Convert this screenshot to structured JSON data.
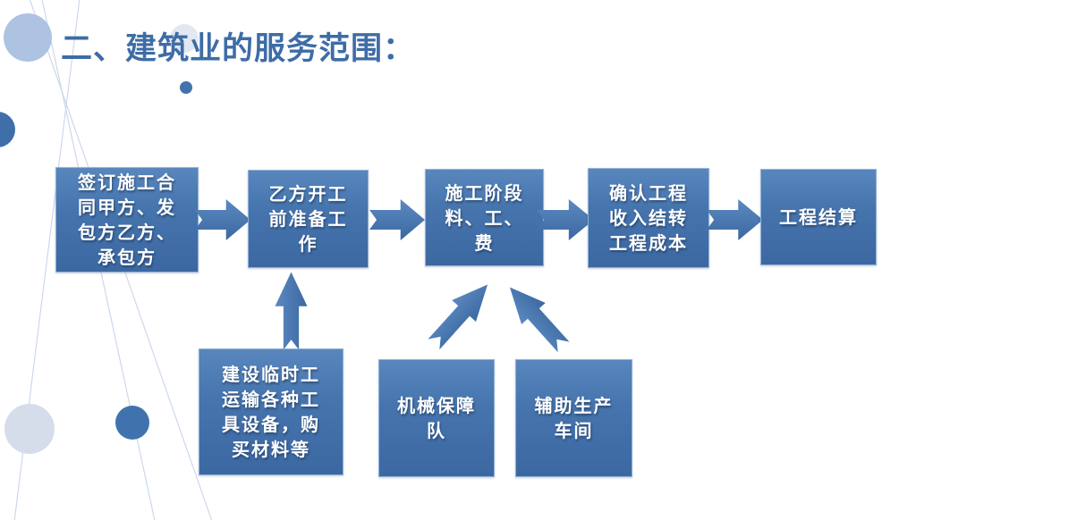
{
  "title": "二、建筑业的服务范围：",
  "colors": {
    "title_text": "#3e6ca6",
    "box_fill_top": "#5886bd",
    "box_fill_bottom": "#3c68a2",
    "box_border": "#93b2d8",
    "box_text": "#ffffff",
    "arrow_fill": "#4a79b3",
    "decor_light_circle": "#aec3e2",
    "decor_dark_circle": "#3f6ea9",
    "decor_line": "#ccd8ec"
  },
  "flowchart": {
    "main_steps": [
      {
        "label": "签订施工合\n同甲方、发\n包方乙方、\n承包方"
      },
      {
        "label": "乙方开工\n前准备工\n作"
      },
      {
        "label": "施工阶段\n料、工、\n费"
      },
      {
        "label": "确认工程\n收入结转\n工程成本"
      },
      {
        "label": "工程结算"
      }
    ],
    "support_steps": [
      {
        "label": "建设临时工\n运输各种工\n具设备，购\n买材料等"
      },
      {
        "label": "机械保障\n队"
      },
      {
        "label": "辅助生产\n车间"
      }
    ]
  }
}
